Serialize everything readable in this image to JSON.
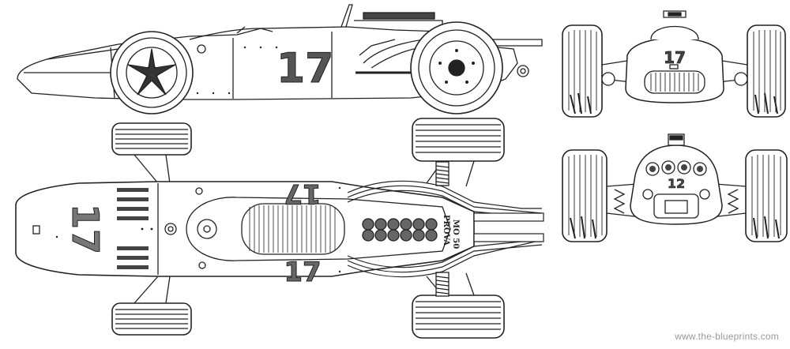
{
  "car_number": "17",
  "side_view": {
    "number": "17"
  },
  "top_view": {
    "nose_number": "17",
    "cockpit_number_top": "17",
    "cockpit_number_bottom": "17",
    "exhaust_text_1": "PROVA",
    "exhaust_text_2": "MO 50"
  },
  "front_view": {
    "number": "17"
  },
  "rear_view": {
    "number": "12"
  },
  "watermark": "www.the-blueprints.com",
  "colors": {
    "ink": "#222222",
    "fill": "#ffffff",
    "watermark": "#9a9a9a"
  }
}
